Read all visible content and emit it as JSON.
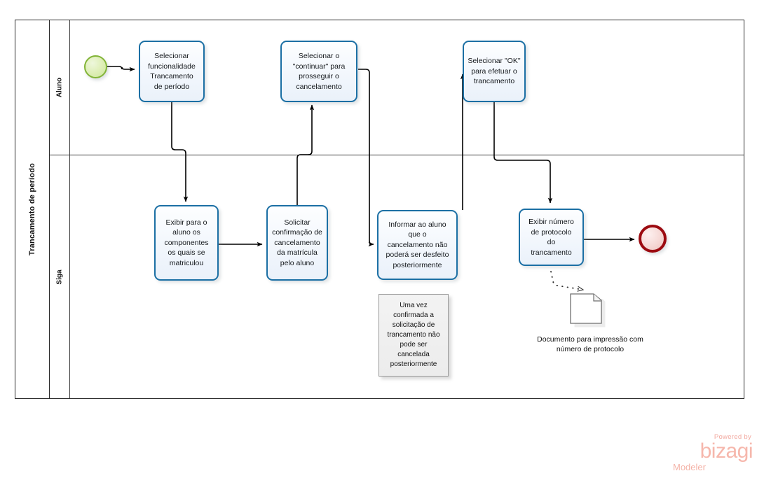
{
  "diagram": {
    "type": "bpmn-process-diagram",
    "pool": {
      "label": "Trancamento de período"
    },
    "lanes": [
      {
        "id": "aluno",
        "label": "Aluno"
      },
      {
        "id": "siga",
        "label": "Siga"
      }
    ],
    "events": [
      {
        "id": "start",
        "name": "start-event",
        "lane": "aluno",
        "kind": "start",
        "color": "#82b437"
      },
      {
        "id": "end",
        "name": "end-event",
        "lane": "siga",
        "kind": "end",
        "color": "#9c0b11"
      }
    ],
    "tasks": [
      {
        "id": "t1",
        "lane": "aluno",
        "lines": [
          "Selecionar",
          "funcionalidade",
          "Trancamento",
          "de período"
        ]
      },
      {
        "id": "t2",
        "lane": "aluno",
        "lines": [
          "Selecionar o",
          "\"continuar\" para",
          "prosseguir o",
          "cancelamento"
        ]
      },
      {
        "id": "t3",
        "lane": "aluno",
        "lines": [
          "Selecionar \"OK\"",
          "para efetuar o",
          "trancamento"
        ]
      },
      {
        "id": "t4",
        "lane": "siga",
        "lines": [
          "Exibir para o",
          "aluno os",
          "componentes",
          "os quais se",
          "matriculou"
        ]
      },
      {
        "id": "t5",
        "lane": "siga",
        "lines": [
          "Solicitar",
          "confirmação de",
          "cancelamento",
          "da matrícula",
          "pelo aluno"
        ]
      },
      {
        "id": "t6",
        "lane": "siga",
        "lines": [
          "Informar ao aluno",
          "que o",
          "cancelamento não",
          "poderá ser desfeito",
          "posteriormente"
        ]
      },
      {
        "id": "t7",
        "lane": "siga",
        "lines": [
          "Exibir número",
          "de protocolo",
          "do",
          "trancamento"
        ]
      }
    ],
    "annotation": {
      "id": "note1",
      "lines": [
        "Uma vez",
        "confirmada a",
        "solicitação de",
        "trancamento não",
        "pode  ser",
        "cancelada",
        "posteriormente"
      ]
    },
    "data_object": {
      "id": "doc1",
      "caption_lines": [
        "Documento para",
        "impressão com número",
        "de protocolo"
      ]
    }
  },
  "branding": {
    "powered_by": "Powered by",
    "product": "bizagi",
    "edition": "Modeler",
    "color": "#f6b7ac"
  }
}
